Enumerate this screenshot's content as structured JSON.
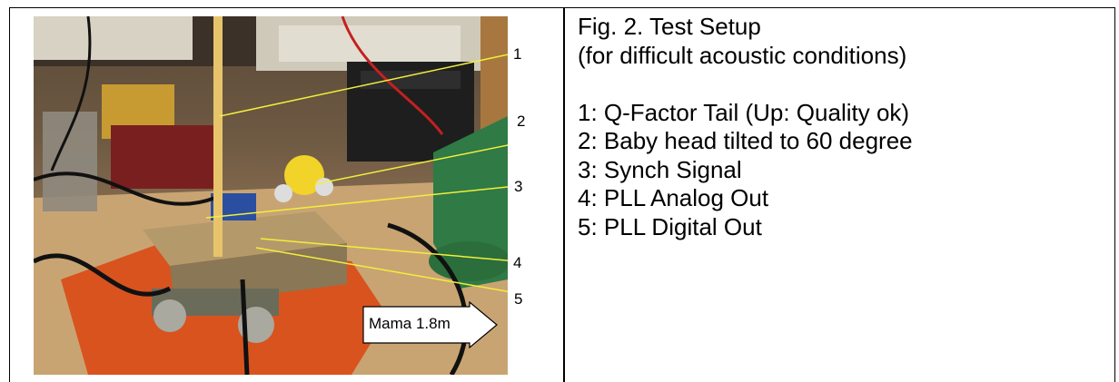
{
  "figure": {
    "title": "Fig. 2. Test Setup",
    "subtitle": "(for difficult acoustic conditions)",
    "items": [
      "1: Q-Factor Tail (Up: Quality ok)",
      "2: Baby head tilted to 60 degree",
      "3: Synch Signal",
      "4: PLL Analog Out",
      "5: PLL Digital Out"
    ]
  },
  "photo": {
    "callouts": [
      "1",
      "2",
      "3",
      "4",
      "5"
    ],
    "arrow_label": "Mama 1.8m"
  }
}
